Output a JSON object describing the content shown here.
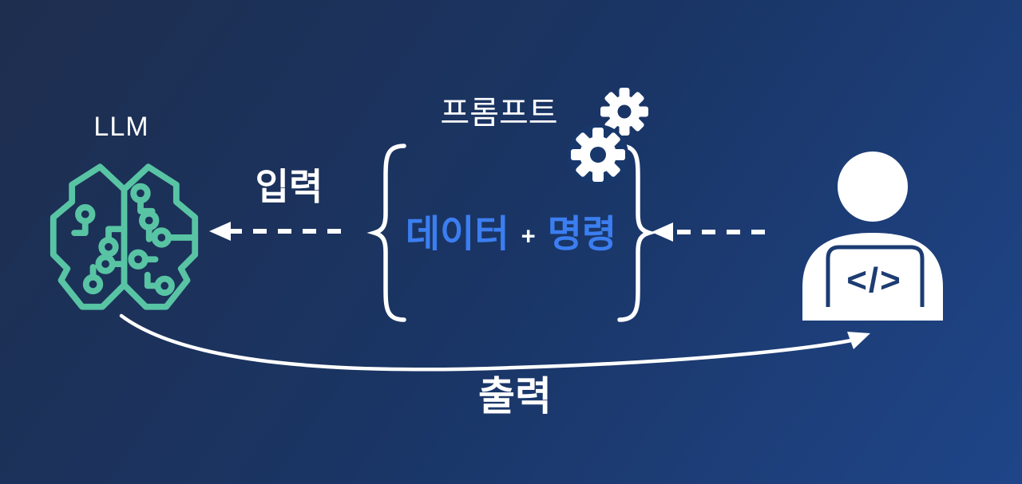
{
  "diagram": {
    "llm_label": "LLM",
    "prompt_title": "프롬프트",
    "input_label": "입력",
    "output_label": "출력",
    "prompt_content": {
      "data": "데이터",
      "plus": "+",
      "command": "명령"
    },
    "person_laptop_code": "</>"
  },
  "colors": {
    "background_top_left": "#1e2e4e",
    "background_bottom_right": "#1f4588",
    "brain_teal": "#58c4a4",
    "content_blue": "#3b7ef0",
    "white": "#ffffff",
    "laptop_code_navy": "#1d3c72"
  }
}
